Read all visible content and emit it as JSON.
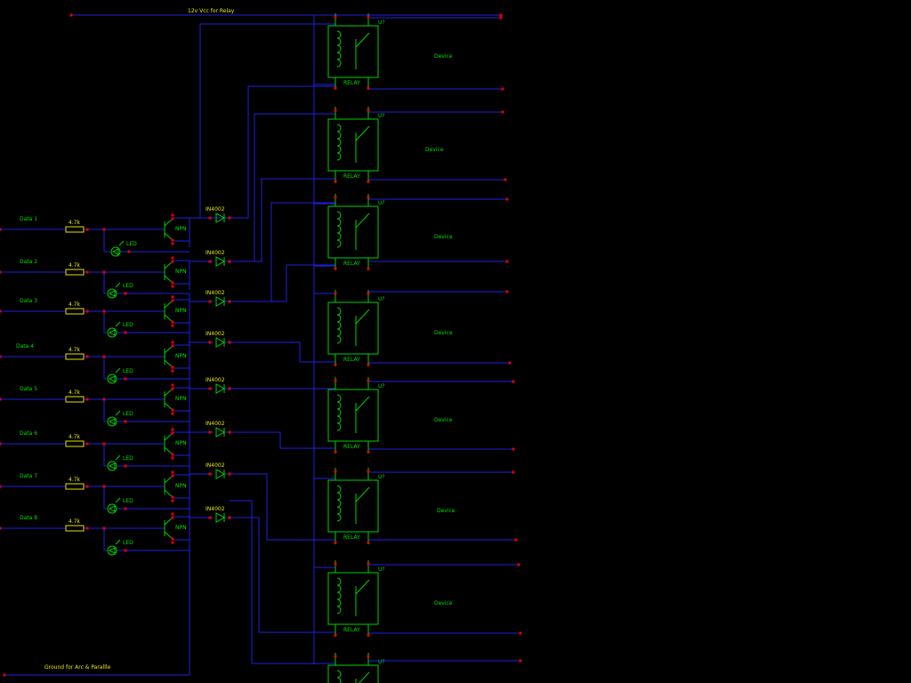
{
  "labels": {
    "vcc": "12v Vcc for Relay",
    "ground": "Ground for Arc & Parallle",
    "relay": "RELAY",
    "relay_ref": "U?",
    "device": "Device",
    "diode": "IN4002",
    "resistor": "4.7k",
    "led": "LED",
    "npn": "NPN"
  },
  "inputs": [
    "Data 1",
    "Data 2",
    "Data 3",
    "Data 4",
    "Data 5",
    "Data 6",
    "Data 7",
    "Data 8"
  ],
  "colors": {
    "background": "#000000",
    "wire": "#2020e0",
    "component": "#00d000",
    "junction": "#e00000",
    "yellow_text": "#e8e800"
  }
}
